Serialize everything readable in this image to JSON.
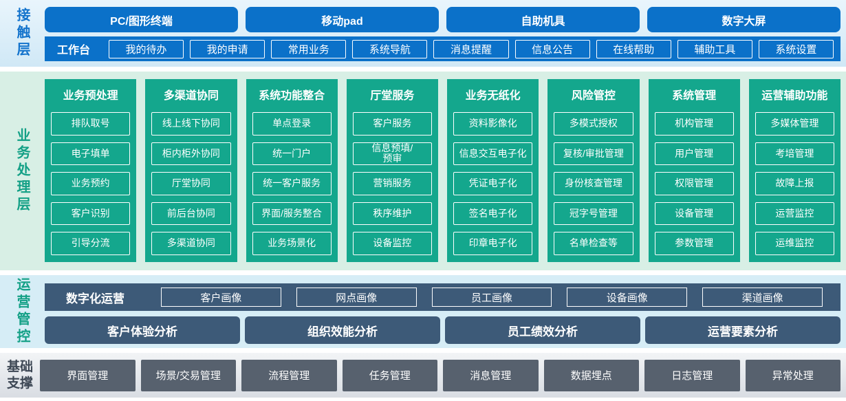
{
  "colors": {
    "primary_blue": "#0b71c9",
    "contact_bg": "#d9edf9",
    "contact_label_text": "#1373cc",
    "green_column": "#14a78d",
    "business_bg": "#d8efe5",
    "teal_label_text": "#13a086",
    "slate_bar": "#3d5a78",
    "ops_bg": "#d6edf6",
    "foundation_btn": "#57616e",
    "foundation_bg": "#dde1e6",
    "foundation_label_text": "#3d4754",
    "box_text": "#ffffff"
  },
  "layers": {
    "contact": {
      "label": "接触层",
      "devices": [
        "PC/图形终端",
        "移动pad",
        "自助机具",
        "数字大屏"
      ],
      "workbench": {
        "label": "工作台",
        "items": [
          "我的待办",
          "我的申请",
          "常用业务",
          "系统导航",
          "消息提醒",
          "信息公告",
          "在线帮助",
          "辅助工具",
          "系统设置"
        ]
      }
    },
    "business": {
      "label": "业务处理层",
      "columns": [
        {
          "title": "业务预处理",
          "items": [
            "排队取号",
            "电子填单",
            "业务预约",
            "客户识别",
            "引导分流"
          ]
        },
        {
          "title": "多渠道协同",
          "items": [
            "线上线下协同",
            "柜内柜外协同",
            "厅堂协同",
            "前后台协同",
            "多渠道协同"
          ]
        },
        {
          "title": "系统功能整合",
          "items": [
            "单点登录",
            "统一门户",
            "统一客户服务",
            "界面/服务整合",
            "业务场景化"
          ]
        },
        {
          "title": "厅堂服务",
          "items": [
            "客户服务",
            "信息预填/\n预审",
            "营销服务",
            "秩序维护",
            "设备监控"
          ]
        },
        {
          "title": "业务无纸化",
          "items": [
            "资料影像化",
            "信息交互电子化",
            "凭证电子化",
            "签名电子化",
            "印章电子化"
          ]
        },
        {
          "title": "风险管控",
          "items": [
            "多模式授权",
            "复核/审批管理",
            "身份核查管理",
            "冠字号管理",
            "名单检查等"
          ]
        },
        {
          "title": "系统管理",
          "items": [
            "机构管理",
            "用户管理",
            "权限管理",
            "设备管理",
            "参数管理"
          ]
        },
        {
          "title": "运营辅助功能",
          "items": [
            "多媒体管理",
            "考培管理",
            "故障上报",
            "运营监控",
            "运维监控"
          ]
        }
      ]
    },
    "operations": {
      "label": "运营管控",
      "digital": {
        "label": "数字化运营",
        "items": [
          "客户画像",
          "网点画像",
          "员工画像",
          "设备画像",
          "渠道画像"
        ]
      },
      "analysis": [
        "客户体验分析",
        "组织效能分析",
        "员工绩效分析",
        "运营要素分析"
      ]
    },
    "foundation": {
      "label": "基础支撑",
      "items": [
        "界面管理",
        "场景/交易管理",
        "流程管理",
        "任务管理",
        "消息管理",
        "数据埋点",
        "日志管理",
        "异常处理"
      ]
    }
  }
}
